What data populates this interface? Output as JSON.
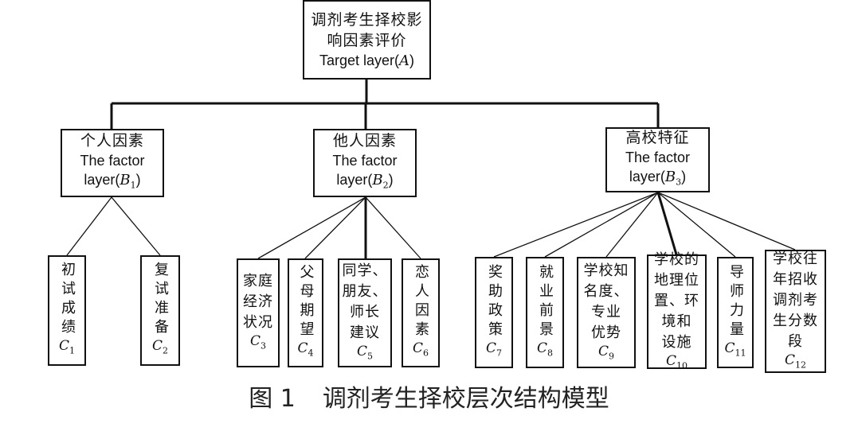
{
  "root": {
    "line1": "调剂考生择校影",
    "line2": "响因素评价",
    "en": "Target layer(",
    "sym": "A",
    "close": ")"
  },
  "factors": [
    {
      "name": "个人因素",
      "en1": "The factor",
      "en2": "layer(",
      "sym": "B",
      "sub": "1",
      "close": ")"
    },
    {
      "name": "他人因素",
      "en1": "The factor",
      "en2": "layer(",
      "sym": "B",
      "sub": "2",
      "close": ")"
    },
    {
      "name": "高校特征",
      "en1": "The factor",
      "en2": "layer(",
      "sym": "B",
      "sub": "3",
      "close": ")"
    }
  ],
  "criteria": [
    {
      "text": "初试成绩",
      "sym": "C",
      "sub": "1"
    },
    {
      "text": "复试准备",
      "sym": "C",
      "sub": "2"
    },
    {
      "lines": [
        "家庭",
        "经济",
        "状况"
      ],
      "sym": "C",
      "sub": "3"
    },
    {
      "text": "父母期望",
      "sym": "C",
      "sub": "4"
    },
    {
      "lines": [
        "同学、",
        "朋友、",
        "师长",
        "建议"
      ],
      "sym": "C",
      "sub": "5"
    },
    {
      "text": "恋人因素",
      "sym": "C",
      "sub": "6"
    },
    {
      "text": "奖助政策",
      "sym": "C",
      "sub": "7"
    },
    {
      "text": "就业前景",
      "sym": "C",
      "sub": "8"
    },
    {
      "lines": [
        "学校知",
        "名度、",
        "专业",
        "优势"
      ],
      "sym": "C",
      "sub": "9"
    },
    {
      "lines": [
        "学校的",
        "地理位",
        "置、环",
        "境和",
        "设施"
      ],
      "sym": "C",
      "sub": "10"
    },
    {
      "text": "导师力量",
      "sym": "C",
      "sub": "11"
    },
    {
      "lines": [
        "学校往",
        "年招收",
        "调剂考",
        "生分数",
        "段"
      ],
      "sym": "C",
      "sub": "12"
    }
  ],
  "caption": {
    "label": "图 1",
    "title": "调剂考生择校层次结构模型"
  }
}
